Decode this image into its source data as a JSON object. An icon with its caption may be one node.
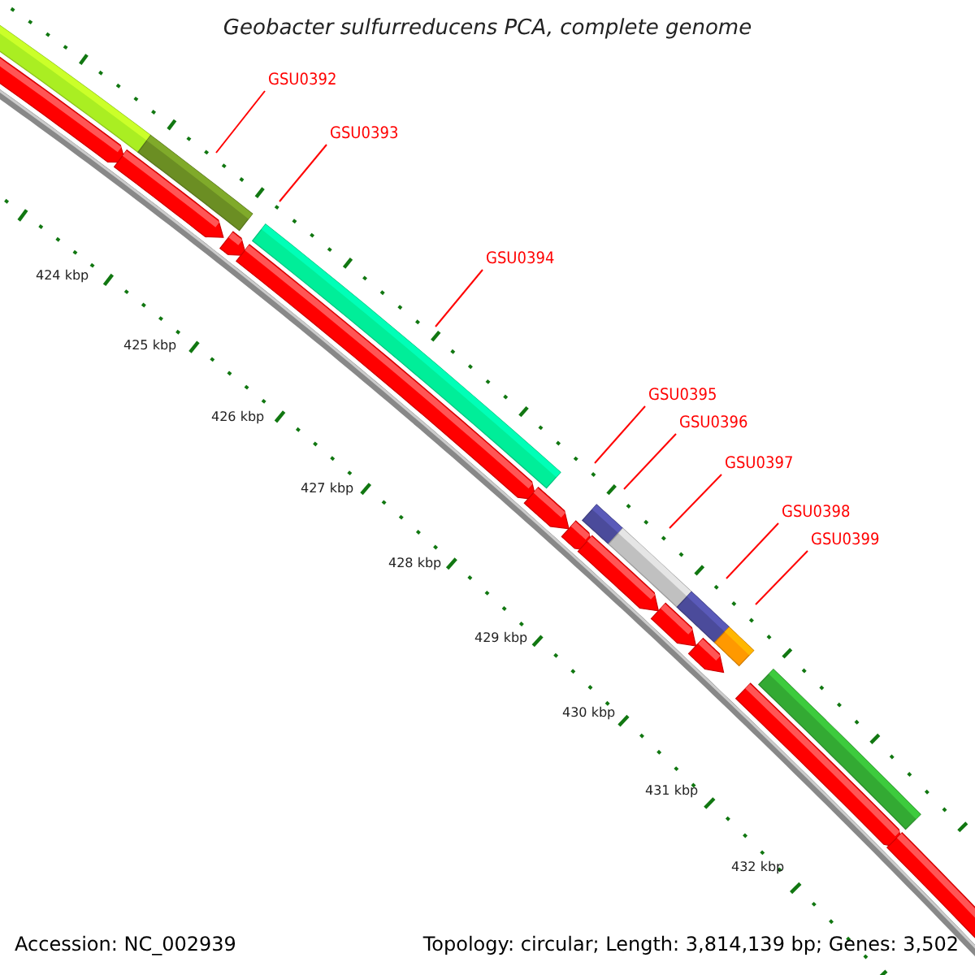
{
  "diagram": {
    "title": "Geobacter sulfurreducens PCA, complete genome",
    "nodes": [
      {
        "text": [
          "GSU0392"
        ]
      },
      {
        "text": [
          "GSU0393"
        ]
      },
      {
        "text": [
          "GSU0394"
        ]
      },
      {
        "text": [
          "GSU0395"
        ]
      },
      {
        "text": [
          "GSU0396"
        ]
      },
      {
        "text": [
          "GSU0397"
        ]
      },
      {
        "text": [
          "GSU0398"
        ]
      },
      {
        "text": [
          "GSU0399"
        ]
      }
    ],
    "edges": [
      {
        "from": 0,
        "to": null,
        "arrow": "none"
      },
      {
        "from": 1,
        "to": null,
        "arrow": "none"
      },
      {
        "from": 2,
        "to": null,
        "arrow": "none"
      },
      {
        "from": 3,
        "to": null,
        "arrow": "none"
      },
      {
        "from": 4,
        "to": null,
        "arrow": "none"
      },
      {
        "from": 5,
        "to": null,
        "arrow": "none"
      },
      {
        "from": 6,
        "to": null,
        "arrow": "none"
      },
      {
        "from": 7,
        "to": null,
        "arrow": "none"
      }
    ],
    "labels": [
      "424 kbp",
      "425 kbp",
      "426 kbp",
      "427 kbp",
      "428 kbp",
      "429 kbp",
      "430 kbp",
      "431 kbp",
      "432 kbp",
      "Accession: NC_002939",
      "Topology: circular; Length: 3,814,139 bp; Genes: 3,502"
    ]
  }
}
